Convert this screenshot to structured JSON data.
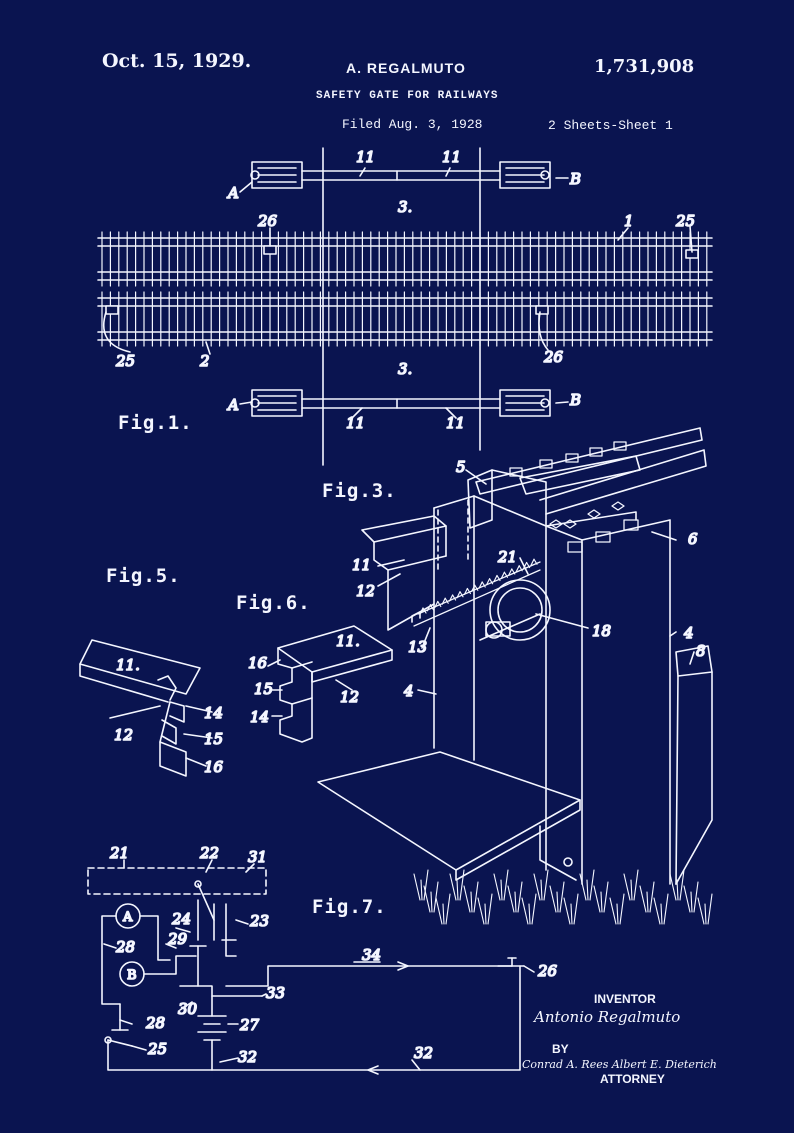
{
  "header": {
    "date": "Oct. 15, 1929.",
    "inventor": "A. REGALMUTO",
    "patent_number": "1,731,908",
    "title": "SAFETY GATE FOR RAILWAYS",
    "filed": "Filed Aug. 3, 1928",
    "sheets": "2 Sheets-Sheet  1"
  },
  "figures": {
    "fig1": "Fig.1.",
    "fig3": "Fig.3.",
    "fig5": "Fig.5.",
    "fig6": "Fig.6.",
    "fig7": "Fig.7."
  },
  "fig1_refs": {
    "a_top": "A",
    "b_top": "B",
    "a_bot": "A",
    "b_bot": "B",
    "n11_1": "11",
    "n11_2": "11",
    "n11_3": "11",
    "n11_4": "11",
    "n3_top": "3.",
    "n3_bot": "3.",
    "n26_top": "26",
    "n26_bot": "26",
    "n1": "1",
    "n25_top": "25",
    "n25_bot": "25",
    "n2": "2"
  },
  "fig3_refs": {
    "n5": "5",
    "n6": "6",
    "n21": "21",
    "n11": "11",
    "n12": "12",
    "n13": "13",
    "n18": "18",
    "n4a": "4",
    "n4b": "4",
    "n8": "8"
  },
  "fig5_refs": {
    "n11": "11.",
    "n12": "12",
    "n14": "14",
    "n15": "15",
    "n16": "16"
  },
  "fig6_refs": {
    "n11": "11.",
    "n16": "16",
    "n15": "15",
    "n14": "14",
    "n12": "12"
  },
  "fig7_refs": {
    "n21": "21",
    "n22": "22",
    "n31": "31",
    "ammeter": "A",
    "battery_b": "B",
    "n24": "24",
    "n23": "23",
    "n28a": "28",
    "n29": "29",
    "n34": "34",
    "n26": "26",
    "n33": "33",
    "n30": "30",
    "n28b": "28",
    "n27": "27",
    "n25": "25",
    "n32a": "32",
    "n32b": "32"
  },
  "signature": {
    "inventor_label": "INVENTOR",
    "inventor_signature": "Antonio Regalmuto",
    "by": "BY",
    "attorney_signature": "Conrad A. Rees Albert E. Dieterich",
    "attorney_label": "ATTORNEY"
  },
  "colors": {
    "background": "#0a1450",
    "ink": "#f4f6ff"
  }
}
